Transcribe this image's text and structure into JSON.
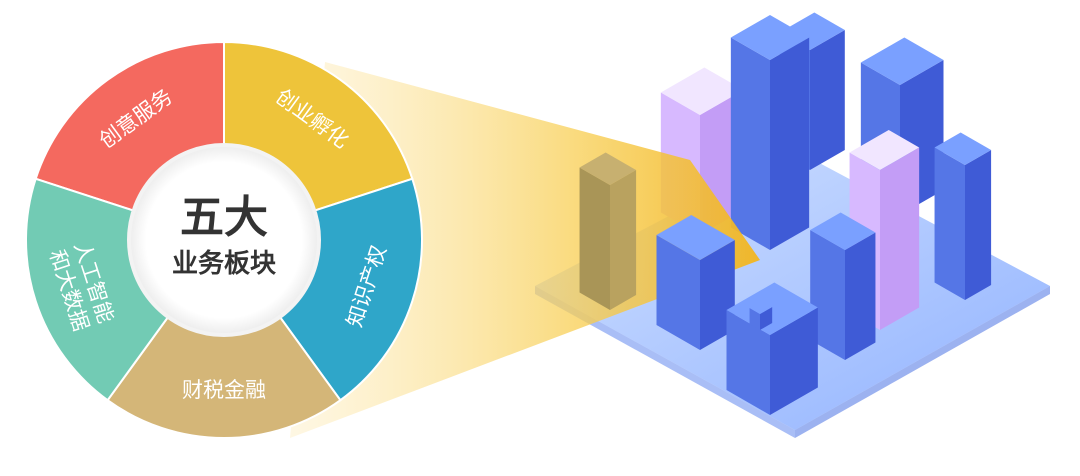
{
  "diagram": {
    "center": {
      "title": "五大",
      "subtitle": "业务板块"
    },
    "segments": [
      {
        "label": "创意服务",
        "color": "#f4695f"
      },
      {
        "label": "创业孵化",
        "color": "#eec43a"
      },
      {
        "label": "知识产权",
        "color": "#2fa6c9"
      },
      {
        "label": "财税金融",
        "color": "#d4b678"
      },
      {
        "label": "人工智能和大数据",
        "line1": "人工智能",
        "line2": "和大数据",
        "color": "#72cbb4"
      }
    ],
    "beam_color": "#f6c02c",
    "city_palette": {
      "blue_top": "#7aa0ff",
      "blue_left": "#5576e6",
      "blue_right": "#3f5bd6",
      "purple_top": "#f1e6ff",
      "purple_left": "#d7b9ff",
      "purple_right": "#c39df6",
      "ground": "#8fb4ff"
    }
  }
}
